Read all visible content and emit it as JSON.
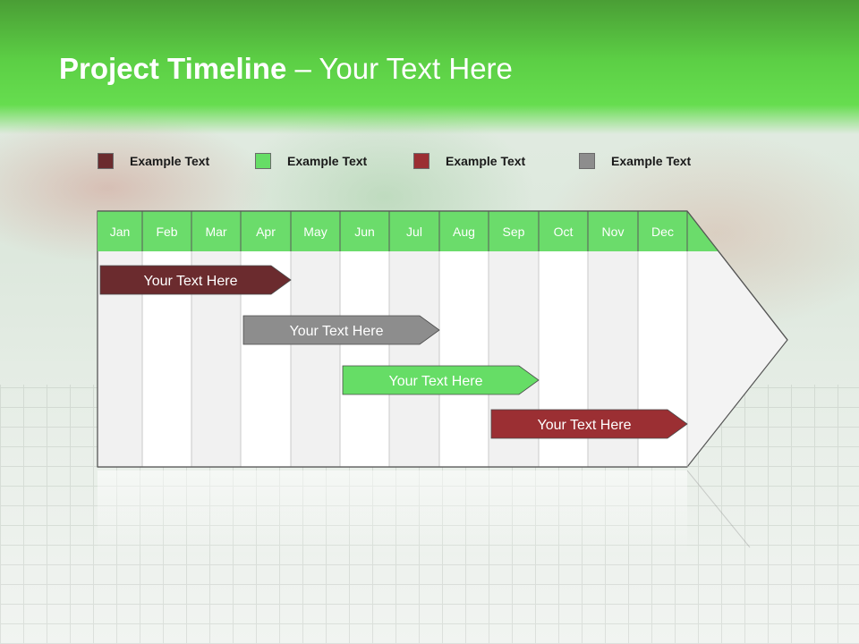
{
  "slide": {
    "title_bold": "Project Timeline",
    "title_rest": " – Your Text Here"
  },
  "legend": [
    {
      "label": "Example Text",
      "color": "#6b2b2e"
    },
    {
      "label": "Example Text",
      "color": "#66dd66"
    },
    {
      "label": "Example Text",
      "color": "#9b2f33"
    },
    {
      "label": "Example Text",
      "color": "#8d8d8d"
    }
  ],
  "timeline": {
    "months": [
      "Jan",
      "Feb",
      "Mar",
      "Apr",
      "May",
      "Jun",
      "Jul",
      "Aug",
      "Sep",
      "Oct",
      "Nov",
      "Dec"
    ],
    "header_color": "#6bdc6b",
    "tasks": [
      {
        "label": "Your  Text Here",
        "start": 1,
        "end": 4,
        "color": "#6b2b2e"
      },
      {
        "label": "Your  Text Here",
        "start": 4,
        "end": 7,
        "color": "#8d8d8d"
      },
      {
        "label": "Your  Text Here",
        "start": 6,
        "end": 9,
        "color": "#66dd66"
      },
      {
        "label": "Your  Text Here",
        "start": 9,
        "end": 12,
        "color": "#9b2f33"
      }
    ]
  }
}
